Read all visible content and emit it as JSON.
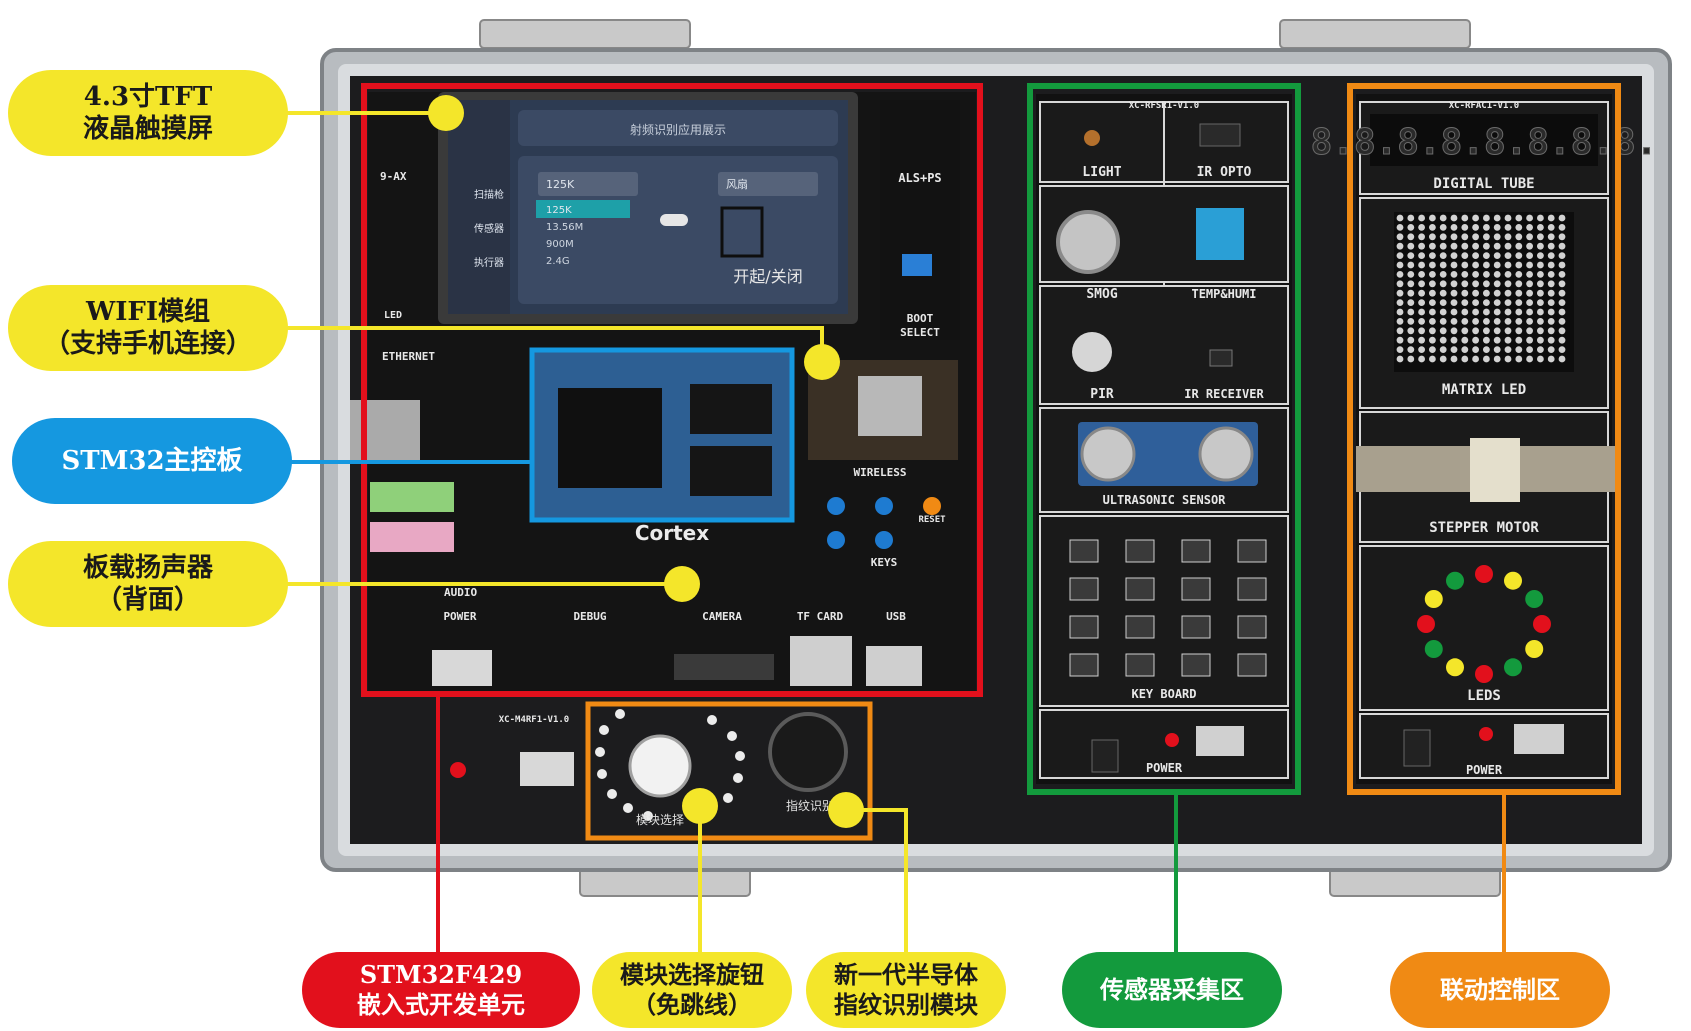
{
  "callouts": {
    "tft": {
      "line1": "4.3寸TFT",
      "line2": "液晶触摸屏"
    },
    "wifi": {
      "line1": "WIFI模组",
      "line2": "（支持手机连接）"
    },
    "stm32": {
      "line1": "STM32主控板"
    },
    "speaker": {
      "line1": "板载扬声器",
      "line2": "（背面）"
    },
    "stm32f429": {
      "line1": "STM32F429",
      "line2": "嵌入式开发单元"
    },
    "knob": {
      "line1": "模块选择旋钮",
      "line2": "（免跳线）"
    },
    "fingerprint": {
      "line1": "新一代半导体",
      "line2": "指纹识别模块"
    },
    "sensor": {
      "line1": "传感器采集区"
    },
    "linkage": {
      "line1": "联动控制区"
    }
  },
  "screen": {
    "title": "射频识别应用展示",
    "menu": [
      "扫描枪",
      "传感器",
      "执行器"
    ],
    "dropdown1": "125K",
    "dropdown2": "风扇",
    "options": [
      "125K",
      "13.56M",
      "900M",
      "2.4G"
    ],
    "action": "开起/关闭"
  },
  "board_labels": {
    "ethernet": "ETHERNET",
    "wireless": "WIRELESS",
    "audio": "AUDIO",
    "power": "POWER",
    "debug": "DEBUG",
    "camera": "CAMERA",
    "tfcard": "TF CARD",
    "usb": "USB",
    "boot": "BOOT",
    "select": "SELECT",
    "led": "LED",
    "axis": "9-AX",
    "alsps": "ALS+PS",
    "cortex": "Cortex",
    "keys": "KEYS",
    "reset": "RESET",
    "model_main": "XC-M4RF1-V1.0",
    "model_sensor": "XC-RFSR1-V1.0",
    "model_ctrl": "XC-RFAC1-V1.0",
    "knob_text": "模块选择",
    "finger_text": "指纹识别"
  },
  "sensor_labels": {
    "light": "LIGHT",
    "iropto": "IR OPTO",
    "smog": "SMOG",
    "temphumi": "TEMP&HUMI",
    "pir": "PIR",
    "irreceiver": "IR RECEIVER",
    "ultrasonic": "ULTRASONIC SENSOR",
    "keyboard": "KEY BOARD",
    "power": "POWER"
  },
  "ctrl_labels": {
    "digital": "DIGITAL TUBE",
    "digits": "8.8.8.8.8.8.8.8.",
    "matrix": "MATRIX LED",
    "stepper": "STEPPER MOTOR",
    "leds": "LEDS",
    "power": "POWER"
  },
  "colors": {
    "red": "#e2101c",
    "green": "#139a3d",
    "orange": "#f08a14",
    "blue": "#1598e0",
    "yellow": "#f4e62a"
  }
}
